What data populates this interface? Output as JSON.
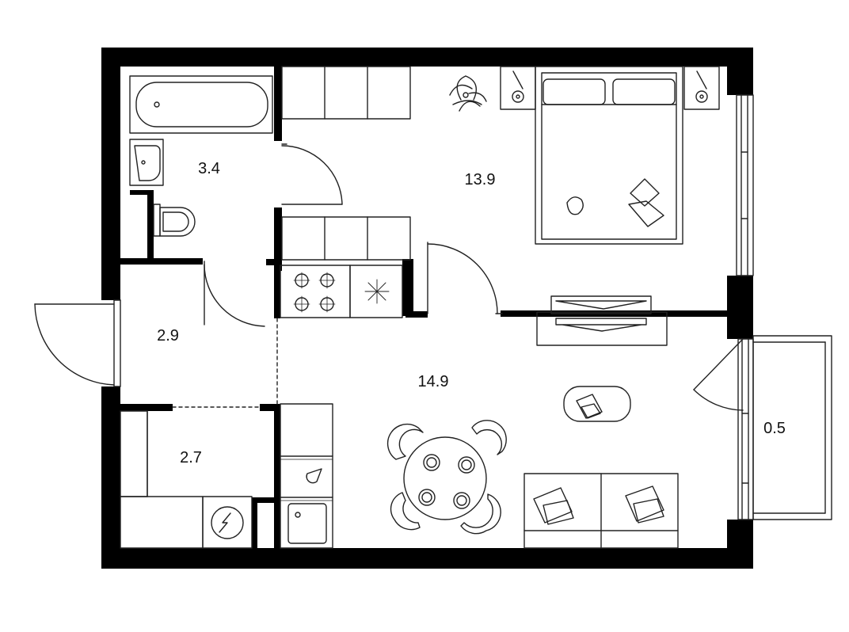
{
  "plan": {
    "rooms": [
      {
        "id": "bathroom",
        "area": "3.4"
      },
      {
        "id": "bedroom",
        "area": "13.9"
      },
      {
        "id": "hallway",
        "area": "2.9"
      },
      {
        "id": "living-kitchen",
        "area": "14.9"
      },
      {
        "id": "storage",
        "area": "2.7"
      },
      {
        "id": "balcony",
        "area": "0.5"
      }
    ]
  },
  "colors": {
    "wall": "#000000",
    "line": "#222222",
    "background": "#ffffff"
  },
  "icons": [
    "bathtub-icon",
    "washbasin-icon",
    "toilet-icon",
    "stove-icon",
    "fridge-icon",
    "sink-icon",
    "washing-machine-icon",
    "bed-icon",
    "plant-icon",
    "tv-icon",
    "sofa-icon",
    "dining-table-icon",
    "coffee-table-icon",
    "wardrobe-icon",
    "door-icon",
    "window-icon"
  ]
}
